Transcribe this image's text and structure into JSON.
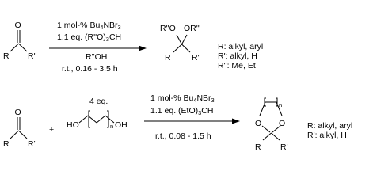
{
  "scheme": {
    "reaction1": {
      "reactant": {
        "o": "O",
        "r": "R",
        "r2": "R'"
      },
      "conditions": {
        "catalyst_pre": "1 mol-%",
        "catalyst_name": "Bu",
        "catalyst_sub1": "4",
        "catalyst_mid": "NBr",
        "catalyst_sub2": "3",
        "orthoester_pre": "1.1 eq. (R''O)",
        "orthoester_sub": "3",
        "orthoester_post": "CH",
        "alcohol": "R''OH",
        "time": "r.t., 0.16 - 3.5 h"
      },
      "product": {
        "or_left": "R''O",
        "or_right": "OR''",
        "r": "R",
        "r2": "R'"
      },
      "legend": [
        "R:  alkyl, aryl",
        "R': alkyl, H",
        "R'': Me, Et"
      ]
    },
    "reaction2": {
      "reactant": {
        "o": "O",
        "r": "R",
        "r2": "R'"
      },
      "plus": "+",
      "diol": {
        "equiv": "4 eq.",
        "ho_left": "HO",
        "oh_right": "OH",
        "n": "n"
      },
      "conditions": {
        "catalyst_pre": "1 mol-%",
        "catalyst_name": "Bu",
        "catalyst_sub1": "4",
        "catalyst_mid": "NBr",
        "catalyst_sub2": "3",
        "orthoester_pre": "1.1 eq. (EtO)",
        "orthoester_sub": "3",
        "orthoester_post": "CH",
        "time": "r.t., 0.08 - 1.5 h"
      },
      "product": {
        "o_left": "O",
        "o_right": "O",
        "n": "n",
        "r": "R",
        "r2": "R'"
      },
      "legend": [
        "R:  alkyl, aryl",
        "R': alkyl, H"
      ]
    }
  }
}
